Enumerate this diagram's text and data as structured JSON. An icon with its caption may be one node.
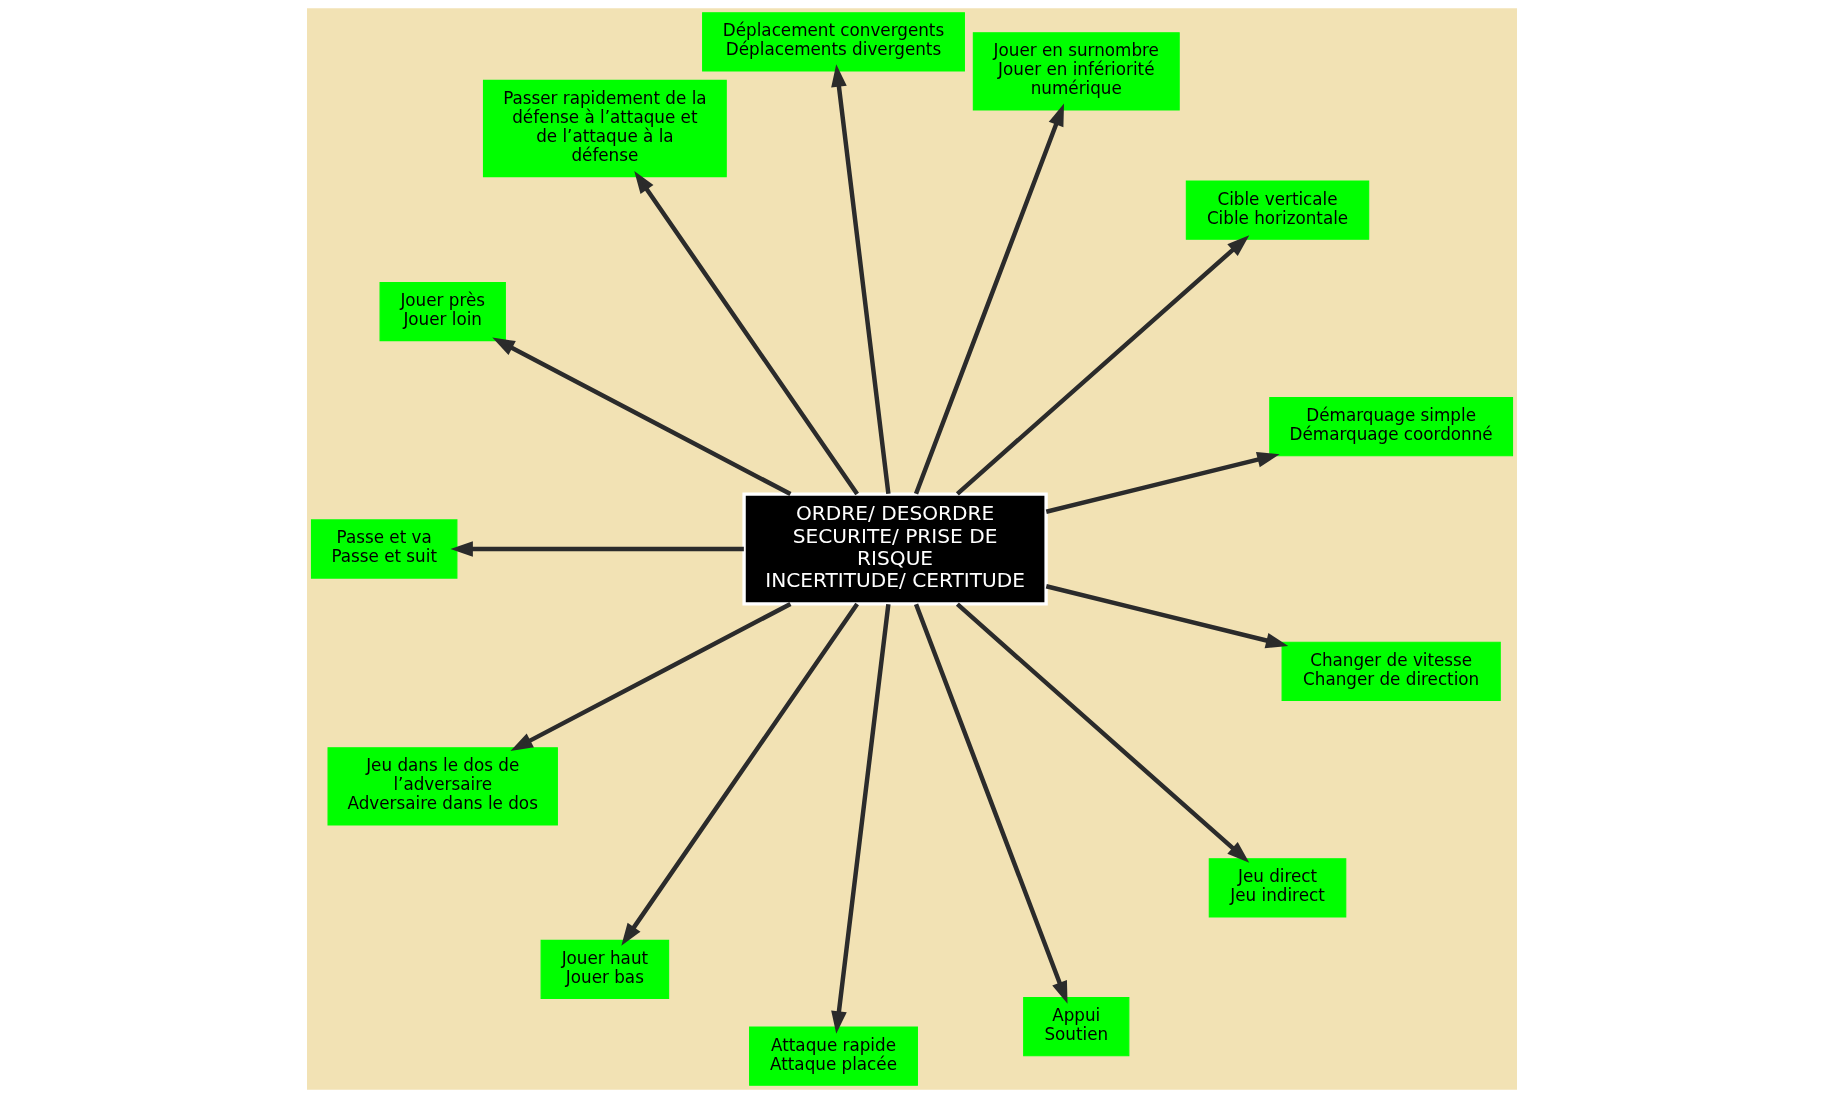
{
  "diagram": {
    "nodes": [
      {
        "text": [
          "ORDRE/ DESORDRE",
          "SECURITE/ PRISE DE RISQUE",
          "INCERTITUDE/ CERTITUDE"
        ]
      },
      {
        "text": [
          "Démarquage simple",
          "Démarquage coordonné"
        ]
      },
      {
        "text": [
          "Cible verticale",
          "Cible horizontale"
        ]
      },
      {
        "text": [
          "Jouer en surnombre",
          "Jouer en infériorité numérique"
        ]
      },
      {
        "text": [
          "Déplacement convergents",
          "Déplacements divergents"
        ]
      },
      {
        "text": [
          "Passer rapidement de la défense à l’attaque et de l’attaque à la défense"
        ]
      },
      {
        "text": [
          "Jouer près",
          "Jouer loin"
        ]
      },
      {
        "text": [
          "Passe et va",
          "Passe et suit"
        ]
      },
      {
        "text": [
          "Jeu dans le dos de l’adversaire",
          "Adversaire dans le dos"
        ]
      },
      {
        "text": [
          "Jouer haut",
          "Jouer bas"
        ]
      },
      {
        "text": [
          "Attaque rapide",
          "Attaque placée"
        ]
      },
      {
        "text": [
          "Appui",
          "Soutien"
        ]
      },
      {
        "text": [
          "Jeu direct",
          "Jeu indirect"
        ]
      },
      {
        "text": [
          "Changer de vitesse",
          "Changer de direction"
        ]
      }
    ],
    "edges": [
      {
        "from": 0,
        "to": 1,
        "arrow": "to"
      },
      {
        "from": 0,
        "to": 2,
        "arrow": "to"
      },
      {
        "from": 0,
        "to": 3,
        "arrow": "to"
      },
      {
        "from": 0,
        "to": 4,
        "arrow": "to"
      },
      {
        "from": 0,
        "to": 5,
        "arrow": "to"
      },
      {
        "from": 0,
        "to": 6,
        "arrow": "to"
      },
      {
        "from": 0,
        "to": 7,
        "arrow": "to"
      },
      {
        "from": 0,
        "to": 8,
        "arrow": "to"
      },
      {
        "from": 0,
        "to": 9,
        "arrow": "to"
      },
      {
        "from": 0,
        "to": 10,
        "arrow": "to"
      },
      {
        "from": 0,
        "to": 11,
        "arrow": "to"
      },
      {
        "from": 0,
        "to": 12,
        "arrow": "to"
      },
      {
        "from": 0,
        "to": 13,
        "arrow": "to"
      }
    ]
  }
}
